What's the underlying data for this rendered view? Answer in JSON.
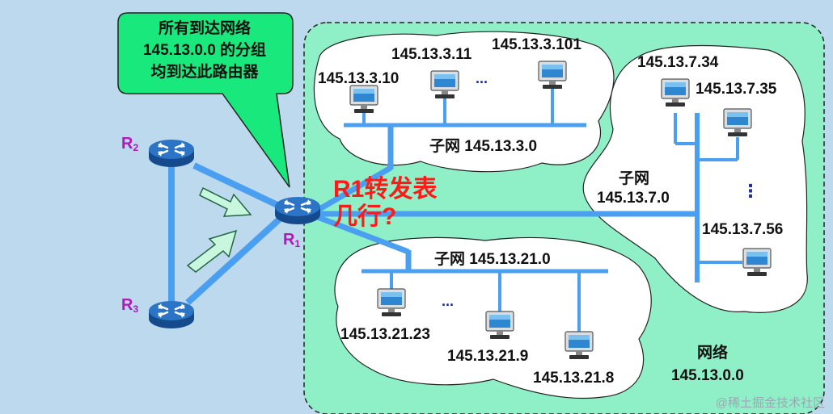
{
  "callout": {
    "line1": "所有到达网络",
    "line2": "145.13.0.0 的分组",
    "line3": "均到达此路由器"
  },
  "question": {
    "line1": "R1转发表",
    "line2": "几行?"
  },
  "routers": {
    "r1": {
      "letter": "R",
      "sub": "1"
    },
    "r2": {
      "letter": "R",
      "sub": "2"
    },
    "r3": {
      "letter": "R",
      "sub": "3"
    }
  },
  "network": {
    "line1": "网络",
    "line2": "145.13.0.0"
  },
  "subnet3": {
    "label": "子网 145.13.3.0",
    "hosts": [
      "145.13.3.10",
      "145.13.3.11",
      "145.13.3.101"
    ],
    "ellipsis": "..."
  },
  "subnet7": {
    "line1": "子网",
    "line2": "145.13.7.0",
    "hosts": [
      "145.13.7.34",
      "145.13.7.35",
      "145.13.7.56"
    ],
    "ellipsis": "⋮"
  },
  "subnet21": {
    "label": "子网 145.13.21.0",
    "hosts": [
      "145.13.21.23",
      "145.13.21.9",
      "145.13.21.8"
    ],
    "ellipsis": "..."
  },
  "watermark": "@稀土掘金技术社区",
  "colors": {
    "background": "#bcd9ee",
    "cloud": "#8ff0c8",
    "link": "#4a9ff0",
    "callout": "#19e87d",
    "router": "#2b74c6",
    "highlight": "#ff1a1a",
    "routerLabel": "#b217b8"
  }
}
